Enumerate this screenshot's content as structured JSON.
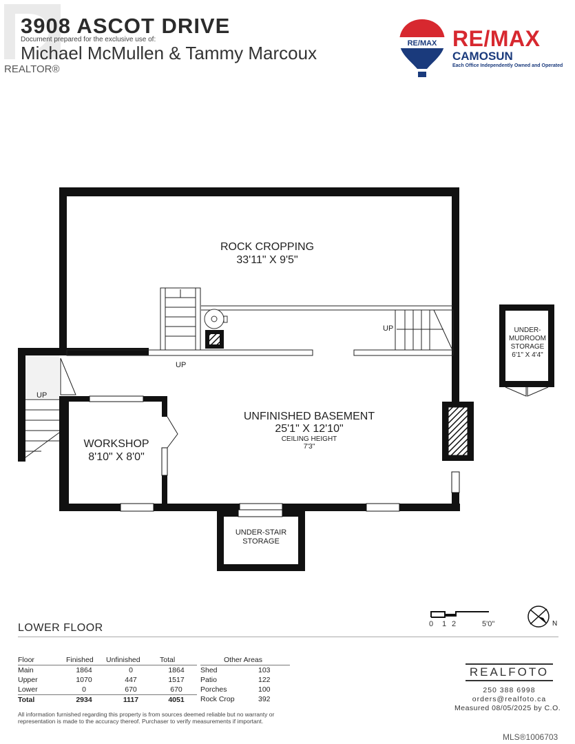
{
  "header": {
    "address": "3908 ASCOT DRIVE",
    "prepared_for": "Document prepared for the exclusive use of:",
    "clients": "Michael McMullen & Tammy Marcoux",
    "realtor_label": "REALTOR®"
  },
  "brokerage": {
    "balloon_text": "RE/MAX",
    "brand": "RE/MAX",
    "office": "CAMOSUN",
    "note": "Each Office Independently Owned and Operated",
    "brand_color": "#d7282f",
    "office_color": "#1a3a7c"
  },
  "rooms": {
    "rock_cropping": {
      "name": "ROCK CROPPING",
      "dims": "33'11\" X 9'5\""
    },
    "unfinished_basement": {
      "name": "UNFINISHED BASEMENT",
      "dims": "25'1\" X 12'10\"",
      "ceiling_label": "CEILING HEIGHT",
      "ceiling_value": "7'3\""
    },
    "workshop": {
      "name": "WORKSHOP",
      "dims": "8'10\" X 8'0\""
    },
    "under_mudroom": {
      "line1": "UNDER-",
      "line2": "MUDROOM",
      "line3": "STORAGE",
      "dims": "6'1\" X 4'4\""
    },
    "under_stair": {
      "line1": "UNDER-STAIR",
      "line2": "STORAGE"
    },
    "stair_labels": [
      "UP",
      "UP",
      "UP"
    ]
  },
  "floor_label": "LOWER FLOOR",
  "scale": {
    "ticks": [
      "0",
      "1",
      "2",
      "5'0\""
    ],
    "north": "N"
  },
  "areas": {
    "headers": [
      "Floor",
      "Finished",
      "Unfinished",
      "Total"
    ],
    "rows": [
      [
        "Main",
        "1864",
        "0",
        "1864"
      ],
      [
        "Upper",
        "1070",
        "447",
        "1517"
      ],
      [
        "Lower",
        "0",
        "670",
        "670"
      ]
    ],
    "total": [
      "Total",
      "2934",
      "1117",
      "4051"
    ]
  },
  "other_areas": {
    "header": "Other Areas",
    "rows": [
      [
        "Shed",
        "103"
      ],
      [
        "Patio",
        "122"
      ],
      [
        "Porches",
        "100"
      ],
      [
        "Rock Crop",
        "392"
      ]
    ]
  },
  "disclaimer": "All information furnished regarding this property is from sources deemed reliable but no warranty or representation is made to the accuracy thereof. Purchaser to verify measurements if important.",
  "realfoto": {
    "logo": "REALFOTO",
    "phone": "250 388 6998",
    "email": "orders@realfoto.ca",
    "measured": "Measured 08/05/2025 by C.O."
  },
  "mls": "MLS®1006703"
}
